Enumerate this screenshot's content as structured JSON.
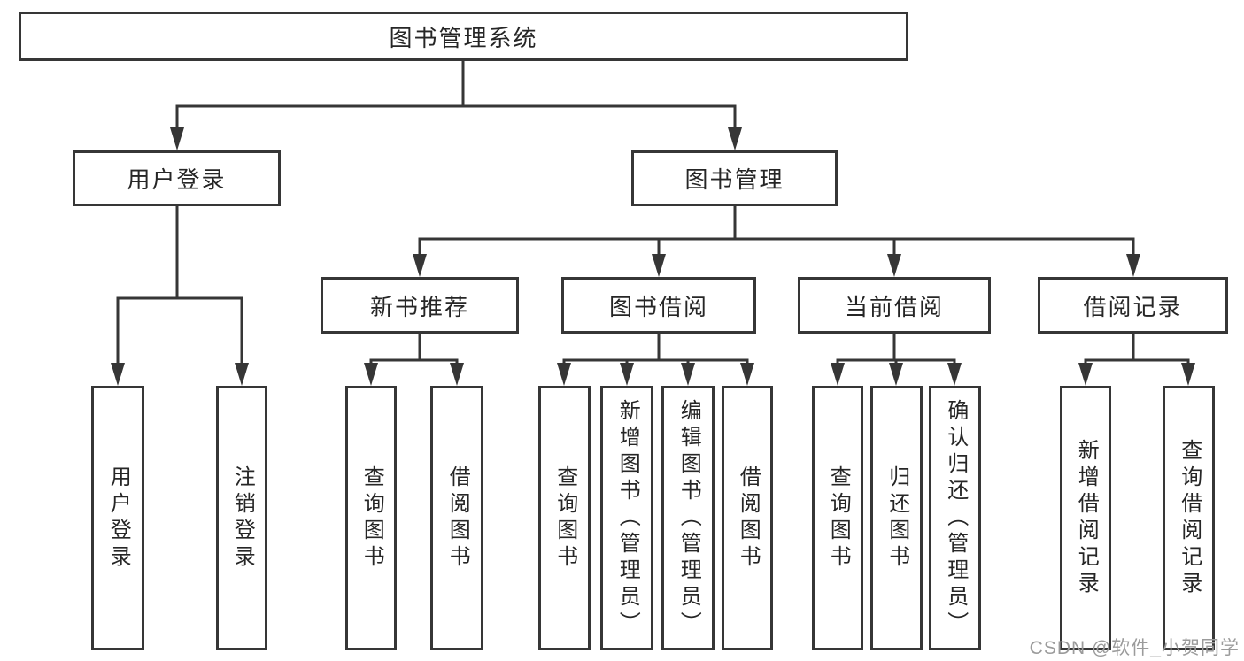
{
  "tree": {
    "label": "图书管理系统",
    "children": [
      {
        "label": "用户登录",
        "children": [
          {
            "label": "用户登录"
          },
          {
            "label": "注销登录"
          }
        ]
      },
      {
        "label": "图书管理",
        "children": [
          {
            "label": "新书推荐",
            "children": [
              {
                "label": "查询图书"
              },
              {
                "label": "借阅图书"
              }
            ]
          },
          {
            "label": "图书借阅",
            "children": [
              {
                "label": "查询图书"
              },
              {
                "label": "新增图书（管理员）"
              },
              {
                "label": "编辑图书（管理员）"
              },
              {
                "label": "借阅图书"
              }
            ]
          },
          {
            "label": "当前借阅",
            "children": [
              {
                "label": "查询图书"
              },
              {
                "label": "归还图书"
              },
              {
                "label": "确认归还（管理员）"
              }
            ]
          },
          {
            "label": "借阅记录",
            "children": [
              {
                "label": "新增借阅记录"
              },
              {
                "label": "查询借阅记录"
              }
            ]
          }
        ]
      }
    ]
  },
  "watermark": "CSDN @软件_小贺同学",
  "colors": {
    "line": "#363636",
    "text": "#262626",
    "watermark": "#9b9b9b",
    "background": "#ffffff"
  }
}
